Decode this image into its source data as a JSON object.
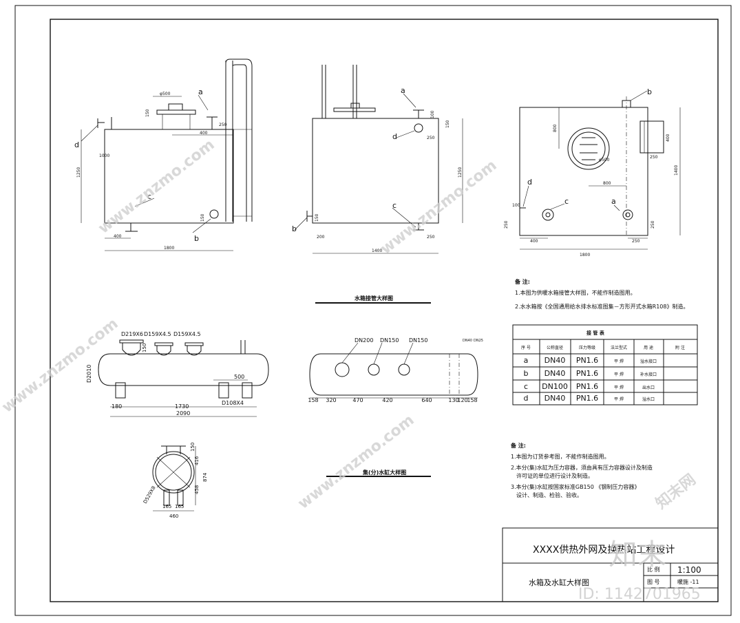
{
  "tank_views": {
    "front": {
      "dim_total": "1800",
      "dim_left": "400",
      "dim_height": "1250",
      "dim_top_offset": "400",
      "dim_top_right": "250",
      "dim_side": "1000",
      "dim_manhole": "φ500",
      "dim_pipe_h": "150",
      "dim_outlet": "150",
      "label_a": "a",
      "label_b": "b",
      "label_c": "c",
      "label_d": "d"
    },
    "side": {
      "dim_total": "1400",
      "dim_left": "200",
      "dim_right": "250",
      "dim_height": "1250",
      "dim_top": "100",
      "dim_d": "150",
      "dim_top2": "250",
      "dim_bottom": "150",
      "label_a": "a",
      "label_b": "b",
      "label_c": "c",
      "label_d": "d"
    },
    "top": {
      "dim_total": "1800",
      "dim_left": "400",
      "dim_right": "250",
      "dim_height": "1400",
      "dim_manhole_off": "800",
      "dim_mid": "800",
      "dim_ladder": "400",
      "dim_ladder_w": "250",
      "dim_d_h": "100",
      "dim_a_h": "250",
      "dim_left_h": "250",
      "dim_diam": "φ500",
      "label_a": "a",
      "label_b": "b",
      "label_c": "c",
      "label_d": "d"
    },
    "caption": "水箱接管大样图"
  },
  "notes1": {
    "heading": "备  注:",
    "line1": "1.本图为供暖水箱接管大样图，不能作制造图用。",
    "line2": "2.水水箱按《全国通用给水排水标准图集－方形开式水箱R108》制造。"
  },
  "pipe_table": {
    "title": "接    管    表",
    "headers": [
      "序  号",
      "公称直径",
      "压力等级",
      "法兰型式",
      "用  途",
      "附  注"
    ],
    "rows": [
      [
        "a",
        "DN40",
        "PN1.6",
        "平 焊",
        "溢水接口",
        ""
      ],
      [
        "b",
        "DN40",
        "PN1.6",
        "平 焊",
        "补水接口",
        ""
      ],
      [
        "c",
        "DN100",
        "PN1.6",
        "平 焊",
        "出水口",
        ""
      ],
      [
        "d",
        "DN40",
        "PN1.6",
        "平 焊",
        "溢水口",
        ""
      ]
    ]
  },
  "cylinder_views": {
    "a": {
      "label1": "D219X6",
      "label2": "D159X4.5",
      "label3": "D159X4.5",
      "label_dia": "D2010",
      "label_v": "150",
      "label_500": "500",
      "label_bottom": "D108X4",
      "dim_180": "180",
      "dim_1730": "1730",
      "dim_2090": "2090"
    },
    "b": {
      "label1": "DN200",
      "label2": "DN150",
      "label3": "DN150",
      "label4": "DN40",
      "label5": "DN25",
      "dims": [
        "158",
        "320",
        "470",
        "420",
        "640",
        "130",
        "120",
        "158"
      ]
    },
    "end": {
      "dim_150": "150",
      "dim_416": "416",
      "dim_874": "874",
      "dim_458": "458",
      "dim_165a": "165",
      "dim_165b": "165",
      "dim_460": "460",
      "label_shell": "D529X8"
    },
    "caption": "集(分)水缸大样图"
  },
  "notes2": {
    "heading": "备  注:",
    "line1": "1.本图为订货参考图，不能作制造图用。",
    "line2": "2.本分(集)水缸为压力容器，须由具有压力容器设计及制造",
    "line2b": "许可证的单位进行设计及制造。",
    "line3": "3.本分(集)水缸按国家标准GB150  《钢制压力容器》",
    "line3b": "设计、制造、检验、验收。"
  },
  "title_block": {
    "project": "XXXX供热外网及换热站工程设计",
    "drawing_name": "水箱及水缸大样图",
    "scale_label": "比  例",
    "scale_value": "1:100",
    "number_label": "图  号",
    "number_value": "暖施 -11"
  },
  "watermark": {
    "site": "www.znzmo.com",
    "brand": "知末网",
    "logo": "知末",
    "id_text": "ID: 1142701965"
  }
}
